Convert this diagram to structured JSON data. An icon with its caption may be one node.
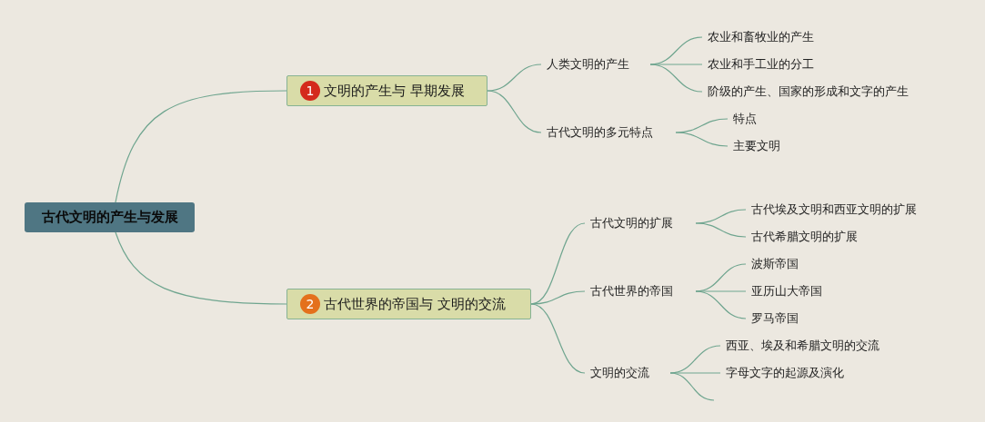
{
  "diagram": {
    "nodes": [
      {
        "text": [
          "古代文明的产生与发展"
        ]
      },
      {
        "text": [
          "1",
          "文明的产生与 早期发展"
        ]
      },
      {
        "text": [
          "人类文明的产生"
        ]
      },
      {
        "text": [
          "农业和畜牧业的产生"
        ]
      },
      {
        "text": [
          "农业和手工业的分工"
        ]
      },
      {
        "text": [
          "阶级的产生、国家的形成和文字的产生"
        ]
      },
      {
        "text": [
          "古代文明的多元特点"
        ]
      },
      {
        "text": [
          "特点"
        ]
      },
      {
        "text": [
          "主要文明"
        ]
      },
      {
        "text": [
          "2",
          "古代世界的帝国与 文明的交流"
        ]
      },
      {
        "text": [
          "古代文明的扩展"
        ]
      },
      {
        "text": [
          "古代埃及文明和西亚文明的扩展"
        ]
      },
      {
        "text": [
          "古代希腊文明的扩展"
        ]
      },
      {
        "text": [
          "古代世界的帝国"
        ]
      },
      {
        "text": [
          "波斯帝国"
        ]
      },
      {
        "text": [
          "亚历山大帝国"
        ]
      },
      {
        "text": [
          "罗马帝国"
        ]
      },
      {
        "text": [
          "文明的交流"
        ]
      },
      {
        "text": [
          "西亚、埃及和希腊文明的交流"
        ]
      },
      {
        "text": [
          "字母文字的起源及演化"
        ]
      }
    ],
    "edges": [
      {
        "from": 0,
        "to": 1,
        "arrow": "none"
      },
      {
        "from": 0,
        "to": 9,
        "arrow": "none"
      },
      {
        "from": 1,
        "to": 2,
        "arrow": "none"
      },
      {
        "from": 1,
        "to": 6,
        "arrow": "none"
      },
      {
        "from": 2,
        "to": 3,
        "arrow": "none"
      },
      {
        "from": 2,
        "to": 4,
        "arrow": "none"
      },
      {
        "from": 2,
        "to": 5,
        "arrow": "none"
      },
      {
        "from": 6,
        "to": 7,
        "arrow": "none"
      },
      {
        "from": 6,
        "to": 8,
        "arrow": "none"
      },
      {
        "from": 9,
        "to": 10,
        "arrow": "none"
      },
      {
        "from": 9,
        "to": 13,
        "arrow": "none"
      },
      {
        "from": 9,
        "to": 17,
        "arrow": "none"
      },
      {
        "from": 10,
        "to": 11,
        "arrow": "none"
      },
      {
        "from": 10,
        "to": 12,
        "arrow": "none"
      },
      {
        "from": 13,
        "to": 14,
        "arrow": "none"
      },
      {
        "from": 13,
        "to": 15,
        "arrow": "none"
      },
      {
        "from": 13,
        "to": 16,
        "arrow": "none"
      },
      {
        "from": 17,
        "to": 18,
        "arrow": "none"
      },
      {
        "from": 17,
        "to": 19,
        "arrow": "none"
      },
      {
        "from": 17,
        "to": null,
        "arrow": "none"
      }
    ]
  }
}
